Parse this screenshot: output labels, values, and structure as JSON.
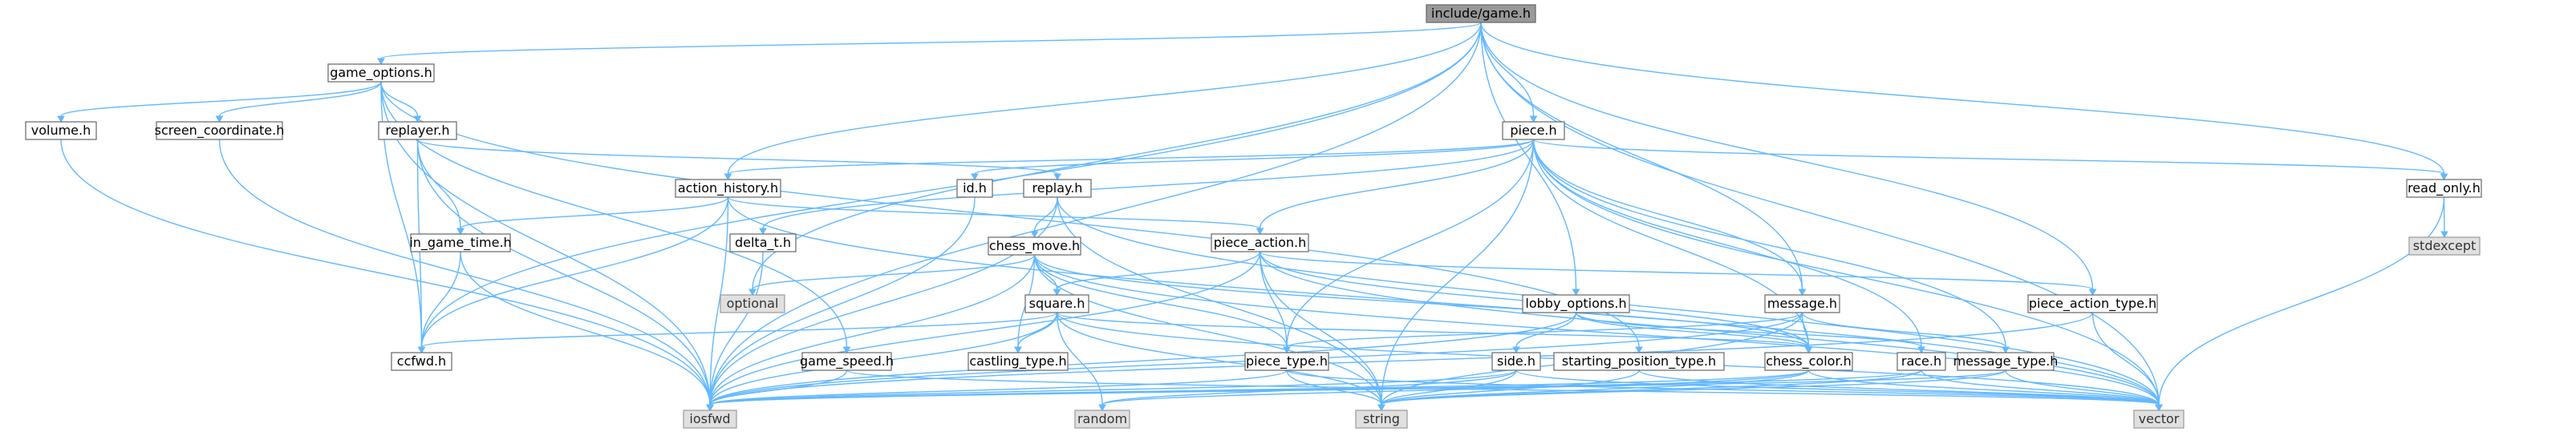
{
  "graph": {
    "root": "include/game.h",
    "nodes": [
      {
        "id": "game_h",
        "label": "include/game.h",
        "kind": "root"
      },
      {
        "id": "game_options_h",
        "label": "game_options.h",
        "kind": "header"
      },
      {
        "id": "volume_h",
        "label": "volume.h",
        "kind": "header"
      },
      {
        "id": "screen_coordinate_h",
        "label": "screen_coordinate.h",
        "kind": "header"
      },
      {
        "id": "replayer_h",
        "label": "replayer.h",
        "kind": "header"
      },
      {
        "id": "piece_h",
        "label": "piece.h",
        "kind": "header"
      },
      {
        "id": "action_history_h",
        "label": "action_history.h",
        "kind": "header"
      },
      {
        "id": "id_h",
        "label": "id.h",
        "kind": "header"
      },
      {
        "id": "replay_h",
        "label": "replay.h",
        "kind": "header"
      },
      {
        "id": "read_only_h",
        "label": "read_only.h",
        "kind": "header"
      },
      {
        "id": "stdexcept",
        "label": "stdexcept",
        "kind": "std"
      },
      {
        "id": "in_game_time_h",
        "label": "in_game_time.h",
        "kind": "header"
      },
      {
        "id": "delta_t_h",
        "label": "delta_t.h",
        "kind": "header"
      },
      {
        "id": "chess_move_h",
        "label": "chess_move.h",
        "kind": "header"
      },
      {
        "id": "piece_action_h",
        "label": "piece_action.h",
        "kind": "header"
      },
      {
        "id": "optional",
        "label": "optional",
        "kind": "std"
      },
      {
        "id": "square_h",
        "label": "square.h",
        "kind": "header"
      },
      {
        "id": "lobby_options_h",
        "label": "lobby_options.h",
        "kind": "header"
      },
      {
        "id": "message_h",
        "label": "message.h",
        "kind": "header"
      },
      {
        "id": "piece_action_type_h",
        "label": "piece_action_type.h",
        "kind": "header"
      },
      {
        "id": "ccfwd_h",
        "label": "ccfwd.h",
        "kind": "header"
      },
      {
        "id": "game_speed_h",
        "label": "game_speed.h",
        "kind": "header"
      },
      {
        "id": "castling_type_h",
        "label": "castling_type.h",
        "kind": "header"
      },
      {
        "id": "starting_position_type_h",
        "label": "starting_position_type.h",
        "kind": "header"
      },
      {
        "id": "side_h",
        "label": "side.h",
        "kind": "header"
      },
      {
        "id": "chess_color_h",
        "label": "chess_color.h",
        "kind": "header"
      },
      {
        "id": "race_h",
        "label": "race.h",
        "kind": "header"
      },
      {
        "id": "message_type_h",
        "label": "message_type.h",
        "kind": "header"
      },
      {
        "id": "piece_type_h",
        "label": "piece_type.h",
        "kind": "header"
      },
      {
        "id": "iosfwd",
        "label": "iosfwd",
        "kind": "std"
      },
      {
        "id": "random",
        "label": "random",
        "kind": "std"
      },
      {
        "id": "string",
        "label": "string",
        "kind": "std"
      },
      {
        "id": "vector",
        "label": "vector",
        "kind": "std"
      }
    ],
    "edges": [
      [
        "game_h",
        "game_options_h"
      ],
      [
        "game_h",
        "piece_h"
      ],
      [
        "game_h",
        "action_history_h"
      ],
      [
        "game_h",
        "read_only_h"
      ],
      [
        "game_h",
        "lobby_options_h"
      ],
      [
        "game_h",
        "message_h"
      ],
      [
        "game_h",
        "piece_action_type_h"
      ],
      [
        "game_h",
        "ccfwd_h"
      ],
      [
        "game_h",
        "iosfwd"
      ],
      [
        "game_h",
        "optional"
      ],
      [
        "game_h",
        "vector"
      ],
      [
        "game_options_h",
        "volume_h"
      ],
      [
        "game_options_h",
        "screen_coordinate_h"
      ],
      [
        "game_options_h",
        "replayer_h"
      ],
      [
        "game_options_h",
        "game_speed_h"
      ],
      [
        "game_options_h",
        "starting_position_type_h"
      ],
      [
        "game_options_h",
        "ccfwd_h"
      ],
      [
        "game_options_h",
        "iosfwd"
      ],
      [
        "volume_h",
        "iosfwd"
      ],
      [
        "screen_coordinate_h",
        "iosfwd"
      ],
      [
        "replayer_h",
        "replay_h"
      ],
      [
        "replayer_h",
        "in_game_time_h"
      ],
      [
        "replayer_h",
        "ccfwd_h"
      ],
      [
        "replayer_h",
        "iosfwd"
      ],
      [
        "piece_h",
        "action_history_h"
      ],
      [
        "piece_h",
        "id_h"
      ],
      [
        "piece_h",
        "delta_t_h"
      ],
      [
        "piece_h",
        "piece_action_h"
      ],
      [
        "piece_h",
        "read_only_h"
      ],
      [
        "piece_h",
        "race_h"
      ],
      [
        "piece_h",
        "message_h"
      ],
      [
        "piece_h",
        "message_type_h"
      ],
      [
        "piece_h",
        "chess_color_h"
      ],
      [
        "piece_h",
        "piece_type_h"
      ],
      [
        "piece_h",
        "vector"
      ],
      [
        "piece_h",
        "string"
      ],
      [
        "action_history_h",
        "in_game_time_h"
      ],
      [
        "action_history_h",
        "piece_action_h"
      ],
      [
        "action_history_h",
        "ccfwd_h"
      ],
      [
        "action_history_h",
        "iosfwd"
      ],
      [
        "action_history_h",
        "vector"
      ],
      [
        "id_h",
        "iosfwd"
      ],
      [
        "replay_h",
        "chess_move_h"
      ],
      [
        "replay_h",
        "iosfwd"
      ],
      [
        "replay_h",
        "string"
      ],
      [
        "replay_h",
        "vector"
      ],
      [
        "read_only_h",
        "stdexcept"
      ],
      [
        "read_only_h",
        "vector"
      ],
      [
        "in_game_time_h",
        "ccfwd_h"
      ],
      [
        "in_game_time_h",
        "iosfwd"
      ],
      [
        "delta_t_h",
        "iosfwd"
      ],
      [
        "chess_move_h",
        "optional"
      ],
      [
        "chess_move_h",
        "square_h"
      ],
      [
        "chess_move_h",
        "castling_type_h"
      ],
      [
        "chess_move_h",
        "piece_type_h"
      ],
      [
        "chess_move_h",
        "chess_color_h"
      ],
      [
        "chess_move_h",
        "iosfwd"
      ],
      [
        "chess_move_h",
        "string"
      ],
      [
        "chess_move_h",
        "vector"
      ],
      [
        "piece_action_h",
        "square_h"
      ],
      [
        "piece_action_h",
        "piece_action_type_h"
      ],
      [
        "piece_action_h",
        "piece_type_h"
      ],
      [
        "piece_action_h",
        "chess_color_h"
      ],
      [
        "piece_action_h",
        "iosfwd"
      ],
      [
        "piece_action_h",
        "string"
      ],
      [
        "piece_action_h",
        "vector"
      ],
      [
        "square_h",
        "ccfwd_h"
      ],
      [
        "square_h",
        "castling_type_h"
      ],
      [
        "square_h",
        "chess_color_h"
      ],
      [
        "square_h",
        "iosfwd"
      ],
      [
        "square_h",
        "random"
      ],
      [
        "square_h",
        "string"
      ],
      [
        "square_h",
        "vector"
      ],
      [
        "lobby_options_h",
        "side_h"
      ],
      [
        "lobby_options_h",
        "chess_color_h"
      ],
      [
        "lobby_options_h",
        "race_h"
      ],
      [
        "lobby_options_h",
        "iosfwd"
      ],
      [
        "message_h",
        "message_type_h"
      ],
      [
        "message_h",
        "chess_color_h"
      ],
      [
        "message_h",
        "piece_type_h"
      ],
      [
        "message_h",
        "iosfwd"
      ],
      [
        "message_h",
        "string"
      ],
      [
        "piece_action_type_h",
        "iosfwd"
      ],
      [
        "piece_action_type_h",
        "vector"
      ],
      [
        "game_speed_h",
        "iosfwd"
      ],
      [
        "game_speed_h",
        "vector"
      ],
      [
        "starting_position_type_h",
        "string"
      ],
      [
        "starting_position_type_h",
        "vector"
      ],
      [
        "side_h",
        "iosfwd"
      ],
      [
        "side_h",
        "random"
      ],
      [
        "side_h",
        "string"
      ],
      [
        "side_h",
        "vector"
      ],
      [
        "chess_color_h",
        "iosfwd"
      ],
      [
        "chess_color_h",
        "random"
      ],
      [
        "chess_color_h",
        "string"
      ],
      [
        "chess_color_h",
        "vector"
      ],
      [
        "race_h",
        "iosfwd"
      ],
      [
        "race_h",
        "string"
      ],
      [
        "race_h",
        "vector"
      ],
      [
        "message_type_h",
        "iosfwd"
      ],
      [
        "message_type_h",
        "string"
      ],
      [
        "message_type_h",
        "vector"
      ],
      [
        "piece_type_h",
        "iosfwd"
      ],
      [
        "piece_type_h",
        "string"
      ],
      [
        "piece_type_h",
        "vector"
      ]
    ]
  },
  "colors": {
    "edge": "#63b8ff",
    "root_fill": "#999999",
    "std_fill": "#e0e0e0",
    "header_fill": "#ffffff"
  }
}
